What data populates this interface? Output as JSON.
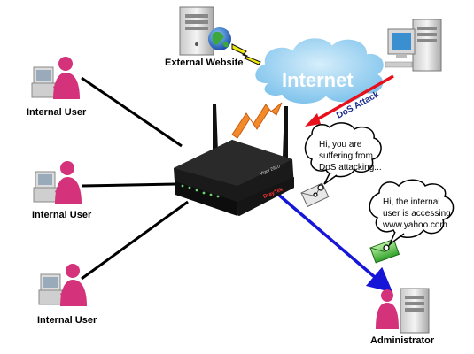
{
  "labels": {
    "external_website": "External Website",
    "internet": "Internet",
    "dos_attack": "DoS Attack",
    "internal_user_1": "Internal User",
    "internal_user_2": "Internal User",
    "internal_user_3": "Internal User",
    "administrator": "Administrator",
    "router_brand": "DrayTek",
    "router_model": "Vigor 2910"
  },
  "bubbles": {
    "dos_alert": [
      "Hi, you are",
      "suffering from",
      "DoS attacking..."
    ],
    "user_alert": [
      "Hi, the internal",
      "user is accessing",
      "www.yahoo.com"
    ]
  },
  "colors": {
    "dos_arrow": "#e8101a",
    "admin_arrow": "#1616d8",
    "cloud": "#9fd2f0",
    "user_figure": "#d4327a",
    "lightning": "#f0ea10"
  }
}
